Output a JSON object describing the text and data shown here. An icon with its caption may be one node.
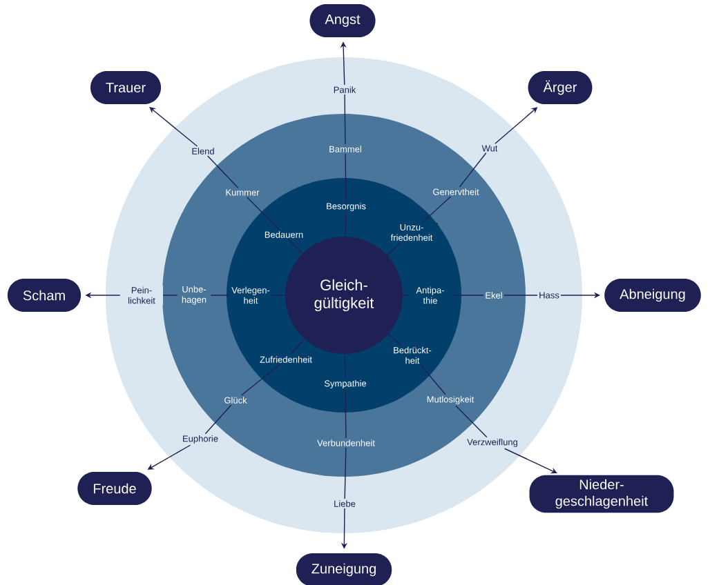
{
  "diagram": {
    "nodes": [
      {
        "text": [],
        "shape": "circle"
      },
      {
        "text": [],
        "shape": "circle",
        "in": 0
      },
      {
        "text": [],
        "shape": "circle",
        "in": 1
      },
      {
        "text": [
          "Gleich- gültigkeit"
        ],
        "in": 2
      },
      {
        "text": [
          "Besorgnis"
        ],
        "in": 2
      },
      {
        "text": [
          "Bammel"
        ],
        "in": 1
      },
      {
        "text": [
          "Panik"
        ],
        "in": 0
      },
      {
        "text": [
          "Angst"
        ]
      },
      {
        "text": [
          "Unzu- friedenheit"
        ],
        "in": 2
      },
      {
        "text": [
          "Genervtheit"
        ],
        "in": 1
      },
      {
        "text": [
          "Wut"
        ],
        "in": 0
      },
      {
        "text": [
          "Ärger"
        ]
      },
      {
        "text": [
          "Antipa- thie"
        ],
        "in": 2
      },
      {
        "text": [
          "Ekel"
        ],
        "in": 1
      },
      {
        "text": [
          "Hass"
        ],
        "in": 0
      },
      {
        "text": [
          "Abneigung"
        ]
      },
      {
        "text": [
          "Bedrückt- heit"
        ],
        "in": 2
      },
      {
        "text": [
          "Mutlosigkeit"
        ],
        "in": 1
      },
      {
        "text": [
          "Verzweiflung"
        ],
        "in": 0
      },
      {
        "text": [
          "Nieder- geschlagenheit"
        ]
      },
      {
        "text": [
          "Sympathie"
        ],
        "in": 2
      },
      {
        "text": [
          "Verbundenheit"
        ],
        "in": 1
      },
      {
        "text": [
          "Liebe"
        ],
        "in": 0
      },
      {
        "text": [
          "Zuneigung"
        ]
      },
      {
        "text": [
          "Zufriedenheit"
        ],
        "in": 2
      },
      {
        "text": [
          "Glück"
        ],
        "in": 1
      },
      {
        "text": [
          "Euphorie"
        ],
        "in": 0
      },
      {
        "text": [
          "Freude"
        ]
      },
      {
        "text": [
          "Verlegen- heit"
        ],
        "in": 2
      },
      {
        "text": [
          "Unbe- hagen"
        ],
        "in": 1
      },
      {
        "text": [
          "Pein- lichkeit"
        ],
        "in": 0
      },
      {
        "text": [
          "Scham"
        ]
      },
      {
        "text": [
          "Bedauern"
        ],
        "in": 2
      },
      {
        "text": [
          "Kummer"
        ],
        "in": 1
      },
      {
        "text": [
          "Elend"
        ],
        "in": 0
      },
      {
        "text": [
          "Trauer"
        ]
      }
    ],
    "edges": [
      {
        "from": 3,
        "to": 4,
        "arrow": "none"
      },
      {
        "from": 4,
        "to": 5,
        "arrow": "none"
      },
      {
        "from": 5,
        "to": 6,
        "arrow": "none"
      },
      {
        "from": 6,
        "to": 7,
        "arrow": "to"
      },
      {
        "from": 3,
        "to": 8,
        "arrow": "none"
      },
      {
        "from": 8,
        "to": 9,
        "arrow": "none"
      },
      {
        "from": 9,
        "to": 10,
        "arrow": "none"
      },
      {
        "from": 10,
        "to": 11,
        "arrow": "to"
      },
      {
        "from": 3,
        "to": 12,
        "arrow": "none"
      },
      {
        "from": 12,
        "to": 13,
        "arrow": "none"
      },
      {
        "from": 13,
        "to": 14,
        "arrow": "none"
      },
      {
        "from": 14,
        "to": 15,
        "arrow": "to"
      },
      {
        "from": 3,
        "to": 16,
        "arrow": "none"
      },
      {
        "from": 16,
        "to": 17,
        "arrow": "none"
      },
      {
        "from": 17,
        "to": 18,
        "arrow": "none"
      },
      {
        "from": 18,
        "to": 19,
        "arrow": "to"
      },
      {
        "from": 3,
        "to": 20,
        "arrow": "none"
      },
      {
        "from": 20,
        "to": 21,
        "arrow": "none"
      },
      {
        "from": 21,
        "to": 22,
        "arrow": "none"
      },
      {
        "from": 22,
        "to": 23,
        "arrow": "to"
      },
      {
        "from": 3,
        "to": 24,
        "arrow": "none"
      },
      {
        "from": 24,
        "to": 25,
        "arrow": "none"
      },
      {
        "from": 25,
        "to": 26,
        "arrow": "none"
      },
      {
        "from": 26,
        "to": 27,
        "arrow": "to"
      },
      {
        "from": 3,
        "to": 28,
        "arrow": "none"
      },
      {
        "from": 28,
        "to": 29,
        "arrow": "none"
      },
      {
        "from": 29,
        "to": 30,
        "arrow": "none"
      },
      {
        "from": 30,
        "to": 31,
        "arrow": "to"
      },
      {
        "from": 3,
        "to": 32,
        "arrow": "none"
      },
      {
        "from": 32,
        "to": 33,
        "arrow": "none"
      },
      {
        "from": 33,
        "to": 34,
        "arrow": "none"
      },
      {
        "from": 34,
        "to": 35,
        "arrow": "to"
      }
    ]
  }
}
